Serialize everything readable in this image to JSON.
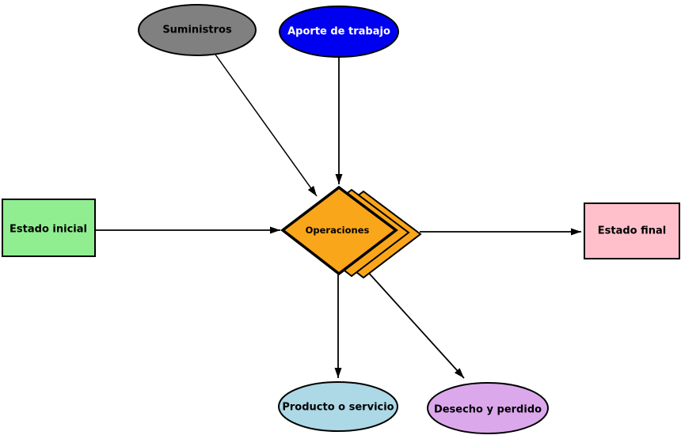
{
  "diagram": {
    "background": "#ffffff",
    "edge_color": "#000000",
    "border_color": "#000000",
    "nodes": {
      "suministros": {
        "label": "Suministros",
        "shape": "ellipse",
        "fill": "#808080",
        "text_color": "#000000"
      },
      "aporte_de_trabajo": {
        "label": "Aporte de trabajo",
        "shape": "ellipse",
        "fill": "#0000f0",
        "text_color": "#ffffff"
      },
      "estado_inicial": {
        "label": "Estado inicial",
        "shape": "rectangle",
        "fill": "#90ee90",
        "text_color": "#000000"
      },
      "operaciones": {
        "label": "Operaciones",
        "shape": "stacked-diamond",
        "fill": "#faa61a",
        "text_color": "#000000"
      },
      "estado_final": {
        "label": "Estado final",
        "shape": "rectangle",
        "fill": "#ffc0cb",
        "text_color": "#000000"
      },
      "producto_o_servicio": {
        "label": "Producto o servicio",
        "shape": "ellipse",
        "fill": "#add8e6",
        "text_color": "#000000"
      },
      "desecho_y_perdido": {
        "label": "Desecho y perdido",
        "shape": "ellipse",
        "fill": "#dca8ec",
        "text_color": "#000000"
      }
    },
    "edges": [
      {
        "from": "Suministros",
        "to": "Operaciones"
      },
      {
        "from": "Aporte de trabajo",
        "to": "Operaciones"
      },
      {
        "from": "Estado inicial",
        "to": "Operaciones"
      },
      {
        "from": "Operaciones",
        "to": "Estado final"
      },
      {
        "from": "Operaciones",
        "to": "Producto o servicio"
      },
      {
        "from": "Operaciones",
        "to": "Desecho y perdido"
      }
    ]
  }
}
